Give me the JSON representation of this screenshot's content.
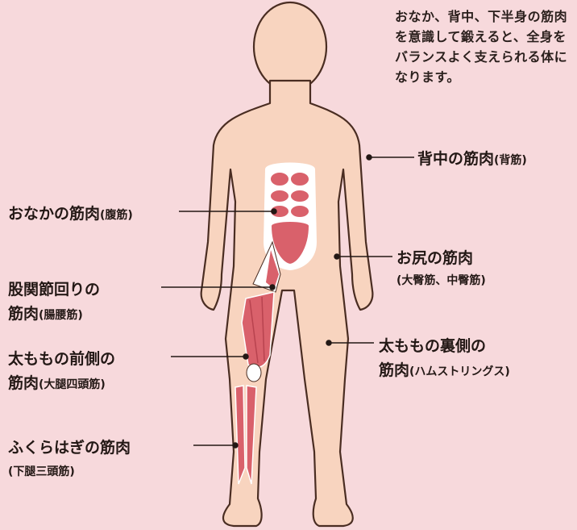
{
  "intro": "おなか、背中、下半身の筋肉を意識して鍛えると、全身をバランスよく支えられる体になります。",
  "labels": {
    "back": {
      "title": "背中の筋肉",
      "sub": "(背筋)"
    },
    "abs": {
      "title": "おなかの筋肉",
      "sub": "(腹筋)"
    },
    "hip_flexor": {
      "line1": "股関節回りの",
      "title": "筋肉",
      "sub": "(腸腰筋)"
    },
    "glute": {
      "title": "お尻の筋肉",
      "sub": "(大臀筋、中臀筋)"
    },
    "quad": {
      "line1": "太ももの前側の",
      "title": "筋肉",
      "sub": "(大腿四頭筋)"
    },
    "hamstring": {
      "line1": "太ももの裏側の",
      "title": "筋肉",
      "sub": "(ハムストリングス)"
    },
    "calf": {
      "line1": "ふくらはぎの筋肉",
      "sub": "(下腿三頭筋)"
    }
  },
  "colors": {
    "background": "#f7d9dc",
    "skin": "#f8d4bf",
    "outline": "#4a2d22",
    "muscle": "#d9616b",
    "muscle_dark": "#b8434f"
  }
}
